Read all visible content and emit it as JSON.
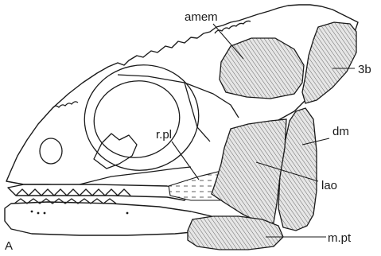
{
  "figure": {
    "panel_letter": "A",
    "labels": {
      "amem": "amem",
      "threeb": "3b",
      "dm": "dm",
      "rpl": "r.pl",
      "lao": "lao",
      "mpt": "m.pt"
    }
  }
}
